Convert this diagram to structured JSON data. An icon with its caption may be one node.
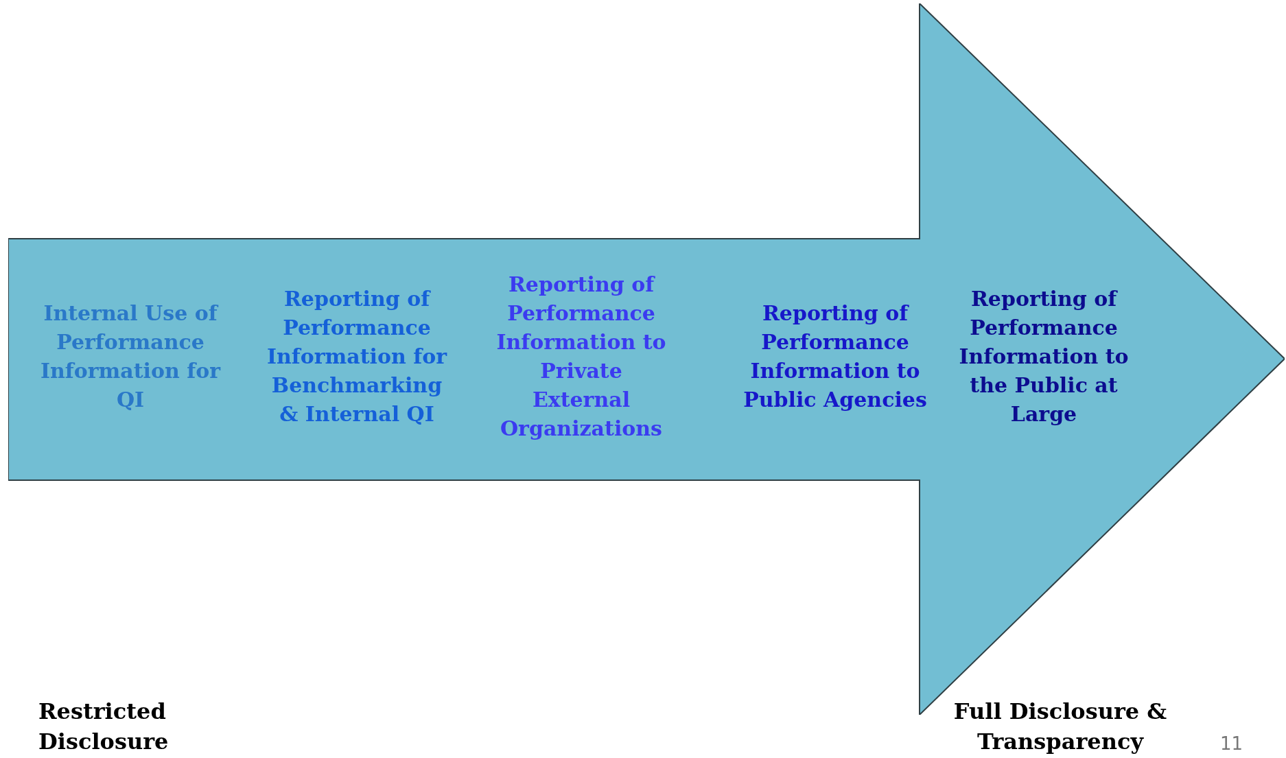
{
  "diagram": {
    "nodes": [
      {
        "text": [
          "Internal Use of Performance Information for QI",
          "Reporting of Performance Information for Benchmarking & Internal QI",
          "Reporting of Performance Information to Private External Organizations",
          "Reporting of Performance Information to Public Agencies",
          "Reporting of Performance Information to the Public at Large"
        ]
      }
    ],
    "labels": [
      "Restricted Disclosure",
      "Full Disclosure & Transparency",
      "11"
    ]
  }
}
